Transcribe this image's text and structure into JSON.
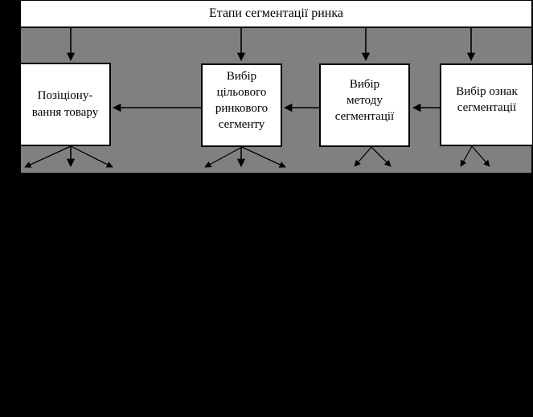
{
  "colors": {
    "background": "#000000",
    "band": "#808080",
    "box_fill": "#ffffff",
    "line": "#000000"
  },
  "diagram": {
    "title": "Етапи сегментації ринка",
    "boxes": [
      {
        "id": "positioning",
        "lines": [
          "Позіціону-",
          "вання товару"
        ]
      },
      {
        "id": "target-segment",
        "lines": [
          "Вибір",
          "цільового",
          "ринкового",
          "сегменту"
        ]
      },
      {
        "id": "method",
        "lines": [
          "Вибір",
          "методу",
          "сегментації"
        ]
      },
      {
        "id": "features",
        "lines": [
          "Вибір ознак",
          "сегментації"
        ]
      }
    ],
    "connections": [
      {
        "from": "title",
        "to": "positioning",
        "direction": "down"
      },
      {
        "from": "title",
        "to": "target-segment",
        "direction": "down"
      },
      {
        "from": "title",
        "to": "method",
        "direction": "down"
      },
      {
        "from": "title",
        "to": "features",
        "direction": "down"
      },
      {
        "from": "features",
        "to": "method",
        "direction": "left"
      },
      {
        "from": "method",
        "to": "target-segment",
        "direction": "left"
      },
      {
        "from": "target-segment",
        "to": "positioning",
        "direction": "left"
      },
      {
        "from": "positioning",
        "to": "outputs",
        "direction": "down-fan",
        "count": 3
      },
      {
        "from": "target-segment",
        "to": "outputs",
        "direction": "down-fan",
        "count": 3
      },
      {
        "from": "method",
        "to": "outputs",
        "direction": "down-fan",
        "count": 2
      },
      {
        "from": "features",
        "to": "outputs",
        "direction": "down-fan",
        "count": 2
      }
    ]
  }
}
